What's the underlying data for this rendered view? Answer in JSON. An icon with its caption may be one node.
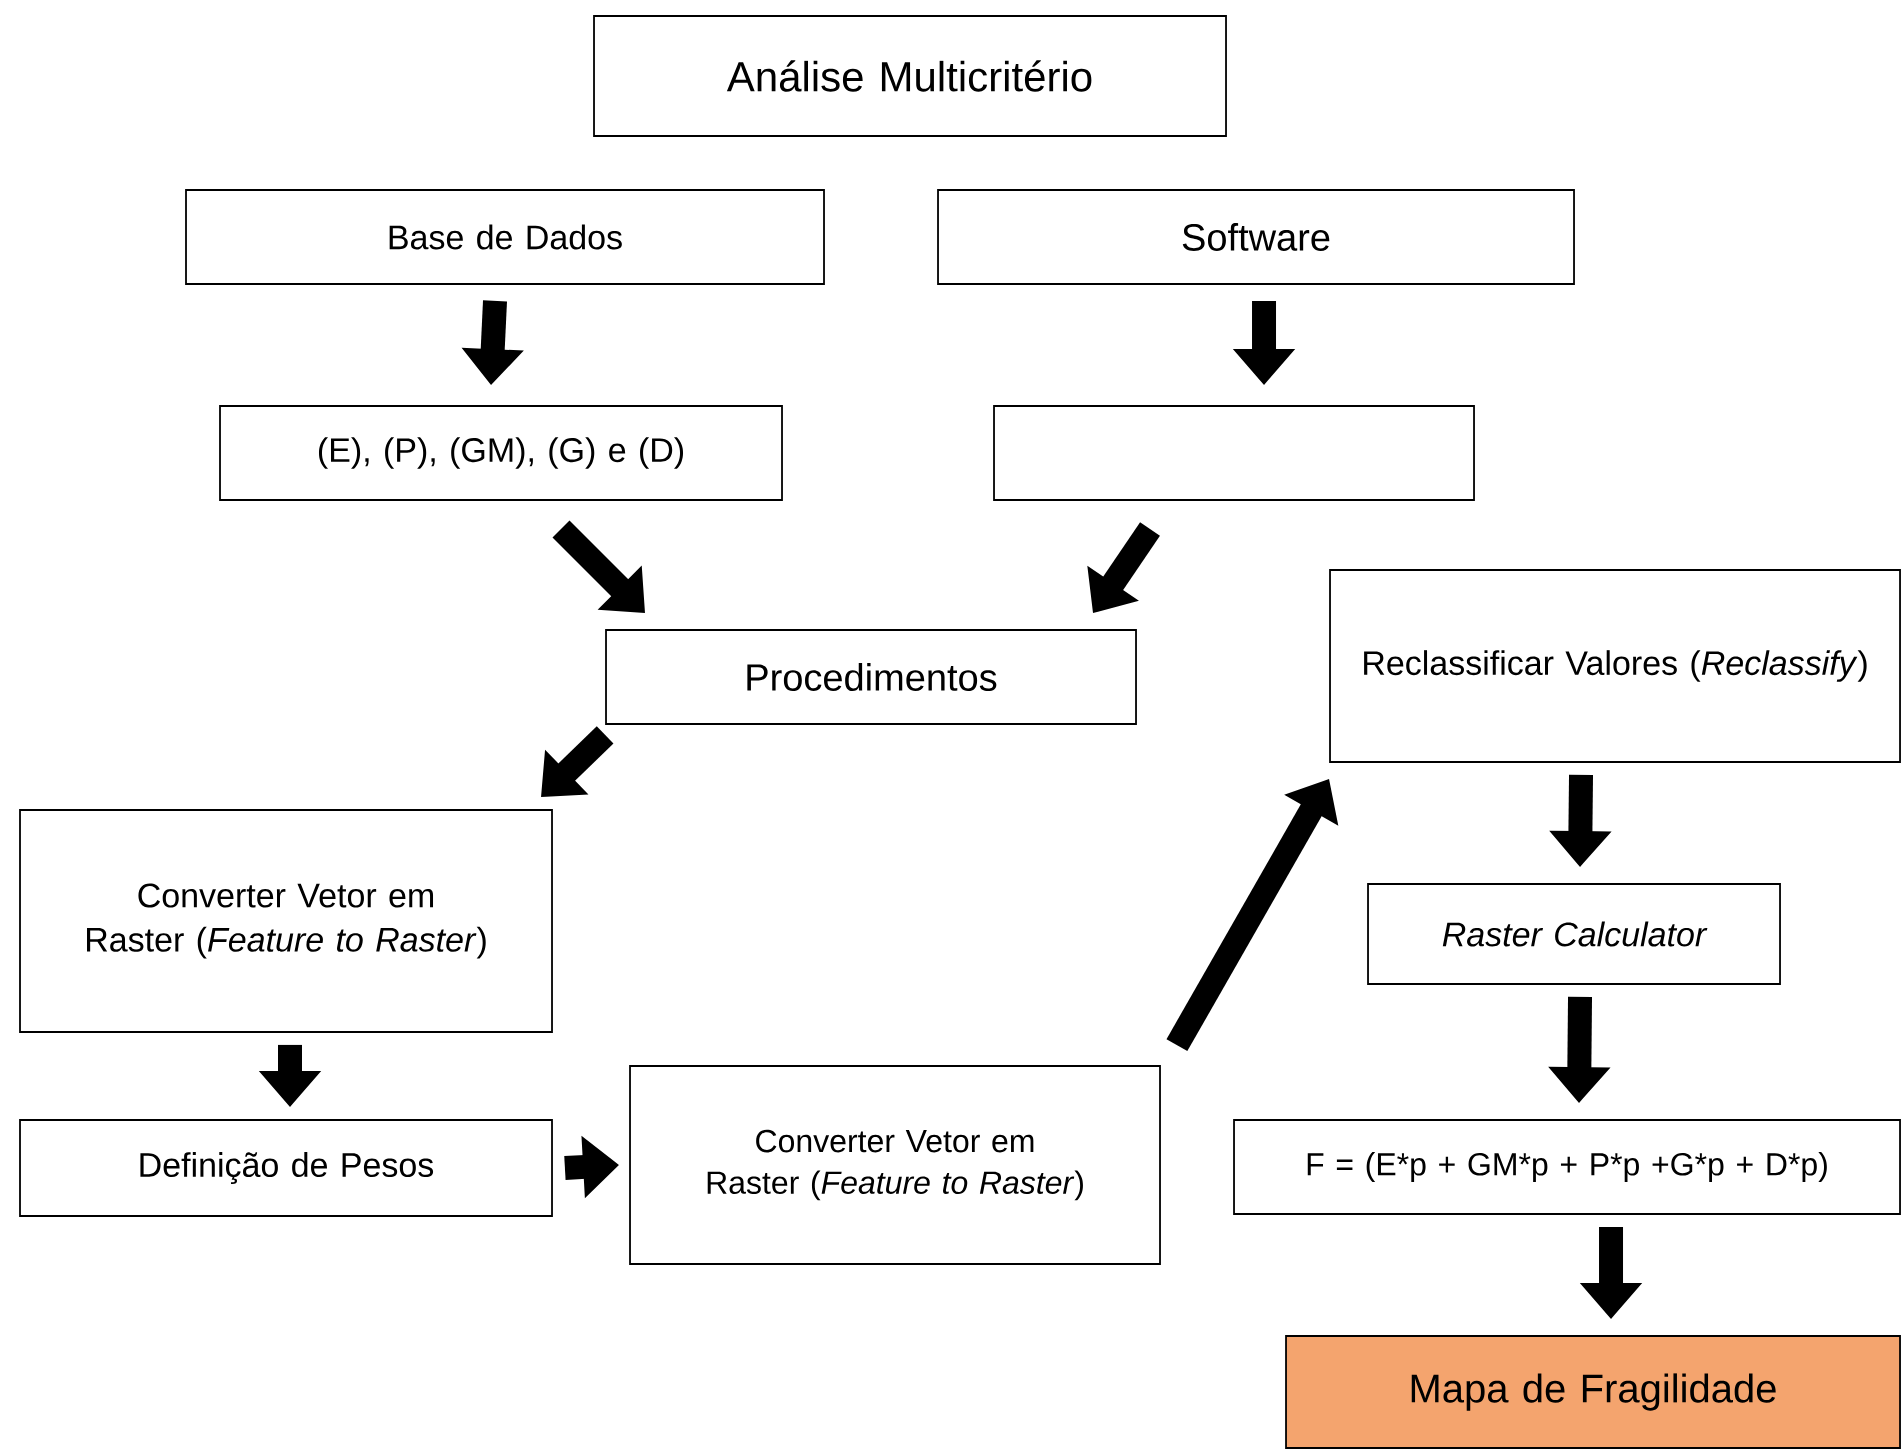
{
  "diagram": {
    "nodes": [
      {
        "text": [
          "Análise Multicritério"
        ]
      },
      {
        "text": [
          "Base de Dados"
        ]
      },
      {
        "text": [
          "Software"
        ]
      },
      {
        "text": [
          "(E), (P), (GM), (G) e (D)"
        ]
      },
      {
        "text": [],
        "shape": "box"
      },
      {
        "text": [
          "Procedimentos"
        ]
      },
      {
        "text": [
          "Reclassificar Valores (*Reclassify*)"
        ]
      },
      {
        "text": [
          "Converter Vetor em Raster (*Feature to Raster*)"
        ]
      },
      {
        "text": [
          "Raster Calculator"
        ]
      },
      {
        "text": [
          "Definição de Pesos"
        ]
      },
      {
        "text": [
          "Converter Vetor em Raster (*Feature to Raster*)"
        ]
      },
      {
        "text": [
          "F = (E*p + GM*p + P*p +G*p + D*p)"
        ]
      },
      {
        "text": [
          "Mapa de Fragilidade"
        ]
      }
    ],
    "edges": [
      {
        "from": 1,
        "to": 3,
        "arrow": "to"
      },
      {
        "from": 2,
        "to": 4,
        "arrow": "to"
      },
      {
        "from": 3,
        "to": 5,
        "arrow": "to"
      },
      {
        "from": 4,
        "to": 5,
        "arrow": "to"
      },
      {
        "from": 5,
        "to": 7,
        "arrow": "to"
      },
      {
        "from": 7,
        "to": 9,
        "arrow": "to"
      },
      {
        "from": 9,
        "to": 10,
        "arrow": "to"
      },
      {
        "from": 10,
        "to": 6,
        "arrow": "to"
      },
      {
        "from": 6,
        "to": 8,
        "arrow": "to"
      },
      {
        "from": 8,
        "to": 11,
        "arrow": "to"
      },
      {
        "from": 11,
        "to": 12,
        "arrow": "to"
      }
    ]
  }
}
